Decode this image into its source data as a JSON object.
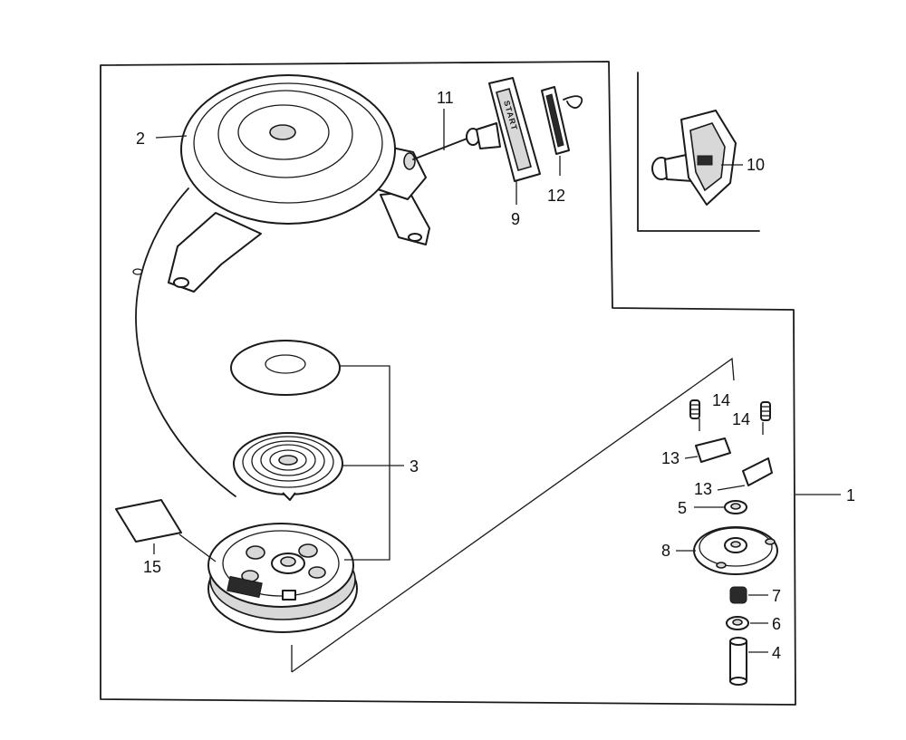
{
  "callouts": {
    "c1": "1",
    "c2": "2",
    "c3": "3",
    "c4": "4",
    "c5": "5",
    "c6": "6",
    "c7": "7",
    "c8": "8",
    "c9": "9",
    "c10": "10",
    "c11": "11",
    "c12": "12",
    "c13a": "13",
    "c13b": "13",
    "c14a": "14",
    "c14b": "14",
    "c15": "15"
  },
  "handle_embossed_text": "START"
}
